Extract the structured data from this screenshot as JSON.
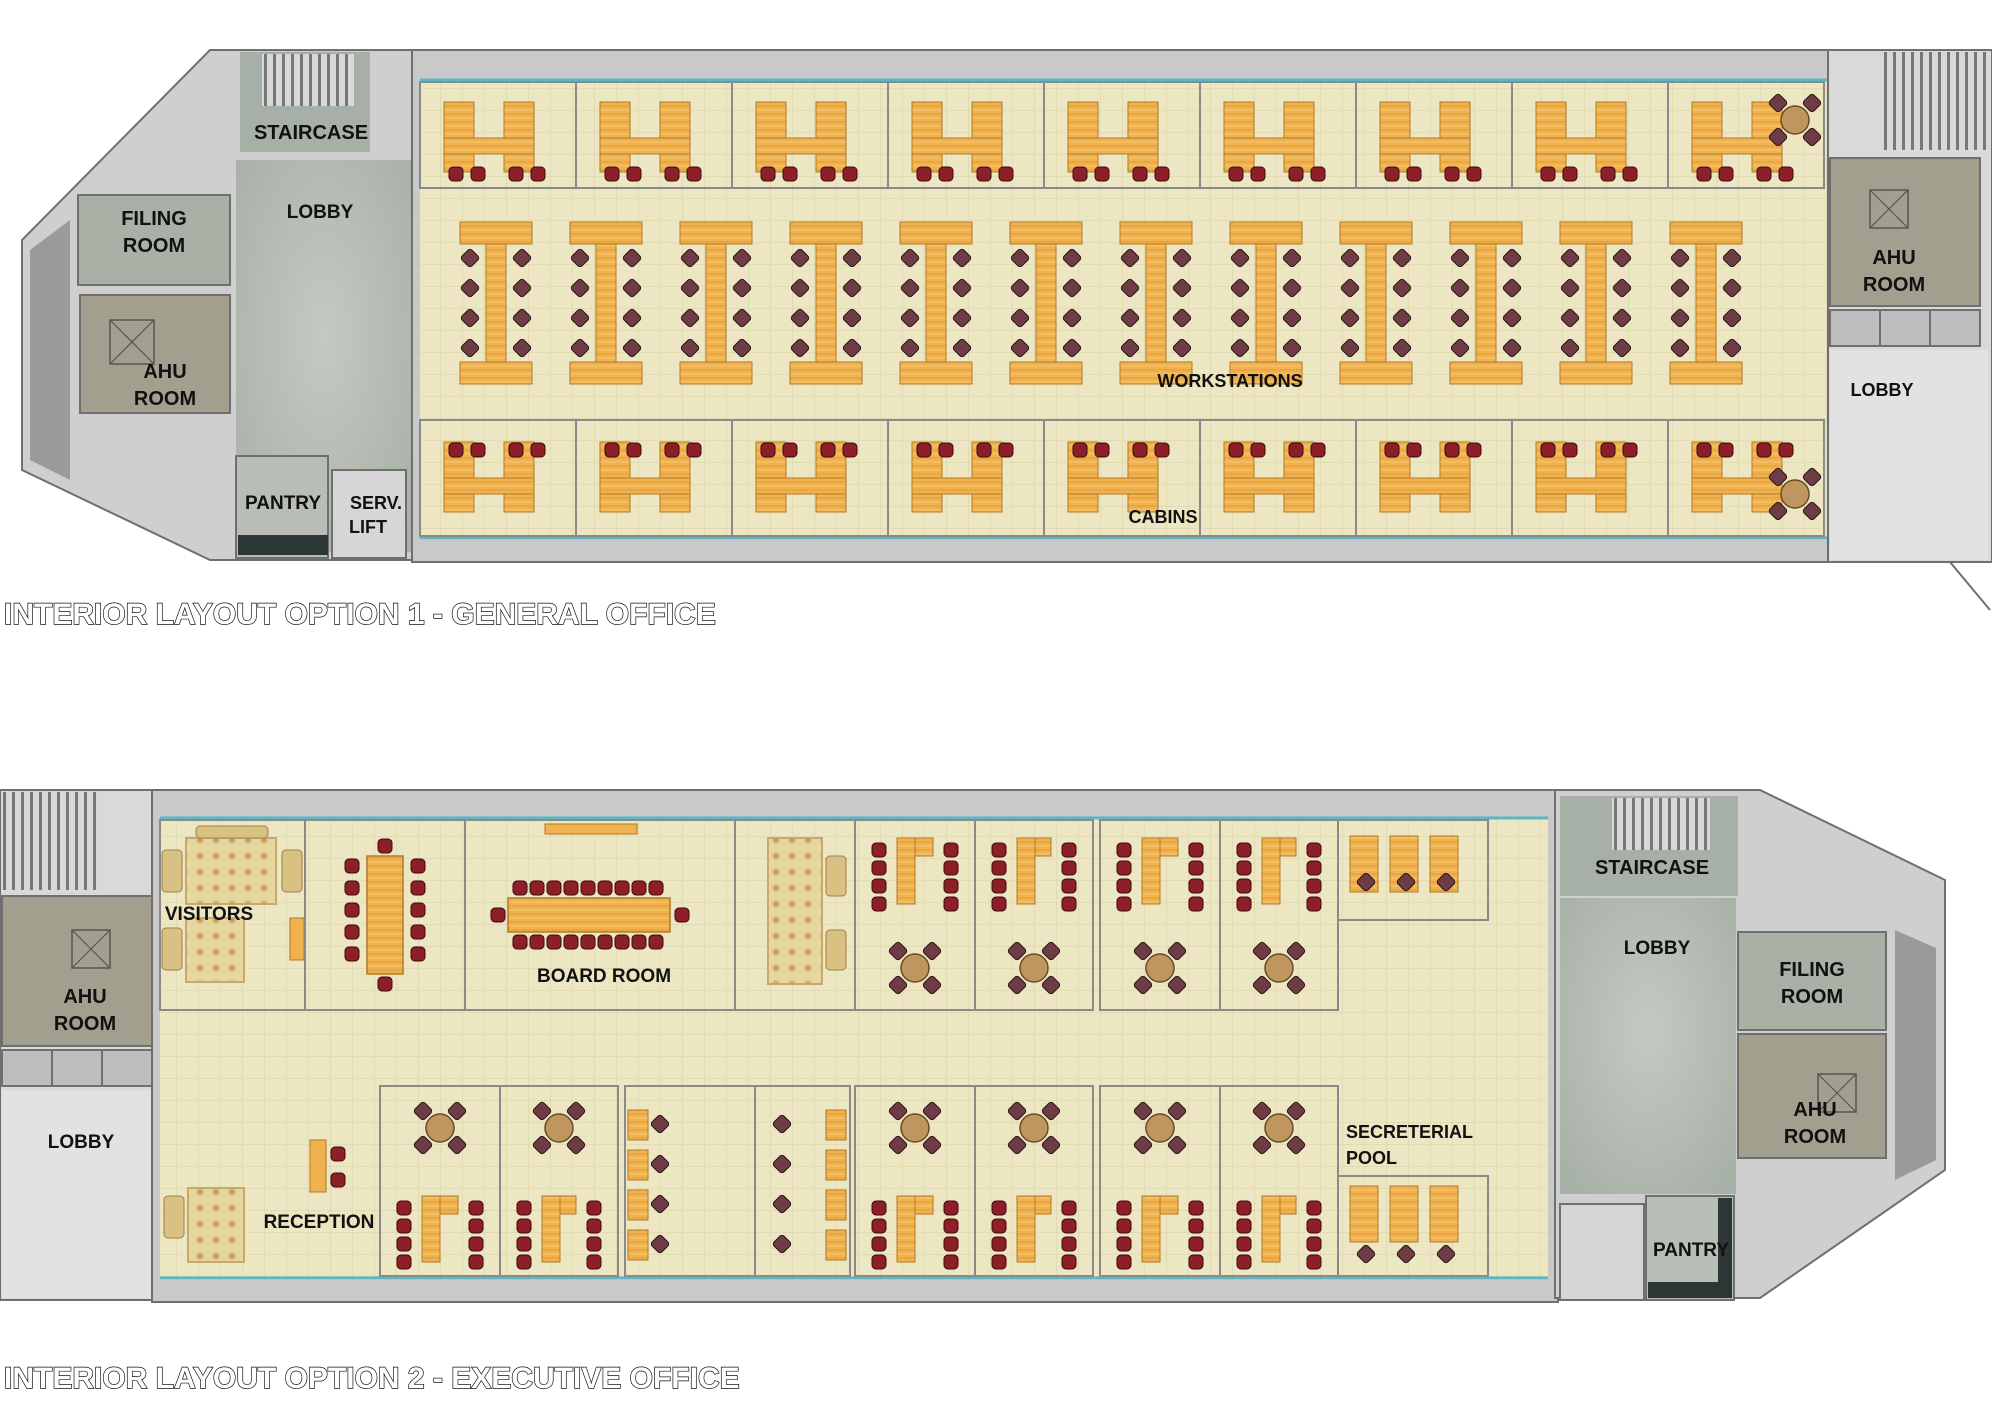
{
  "plan1": {
    "caption": "INTERIOR LAYOUT OPTION 1 - GENERAL OFFICE",
    "labels": {
      "staircase": "STAIRCASE",
      "lobby_left": "LOBBY",
      "filing_room": [
        "FILING",
        "ROOM"
      ],
      "ahu_left": [
        "AHU",
        "ROOM"
      ],
      "pantry": "PANTRY",
      "serv_lift": [
        "SERV.",
        "LIFT"
      ],
      "workstations": "WORKSTATIONS",
      "cabins": "CABINS",
      "ahu_right": [
        "AHU",
        "ROOM"
      ],
      "lobby_right": "LOBBY"
    }
  },
  "plan2": {
    "caption": "INTERIOR LAYOUT OPTION 2 - EXECUTIVE OFFICE",
    "labels": {
      "visitors": "VISITORS",
      "board_room": "BOARD ROOM",
      "ahu_left": [
        "AHU",
        "ROOM"
      ],
      "lobby_left": "LOBBY",
      "reception": "RECEPTION",
      "secretarial_pool": [
        "SECRETERIAL",
        "POOL"
      ],
      "staircase": "STAIRCASE",
      "lobby_right": "LOBBY",
      "filing_room": [
        "FILING",
        "ROOM"
      ],
      "ahu_right": [
        "AHU",
        "ROOM"
      ],
      "pantry": "PANTRY"
    }
  },
  "colors": {
    "floor": "#ece6c3",
    "grid": "#d9d1a6",
    "wall": "#8a8a8a",
    "service": "#b5bcb4",
    "ahu": "#a29f8e",
    "desk": "#f0b24e",
    "desk_edge": "#b27a26",
    "chair_red": "#8c1f27",
    "chair_brown": "#6e3c44",
    "glass": "#58b8c4",
    "round_table": "#bf9660"
  }
}
